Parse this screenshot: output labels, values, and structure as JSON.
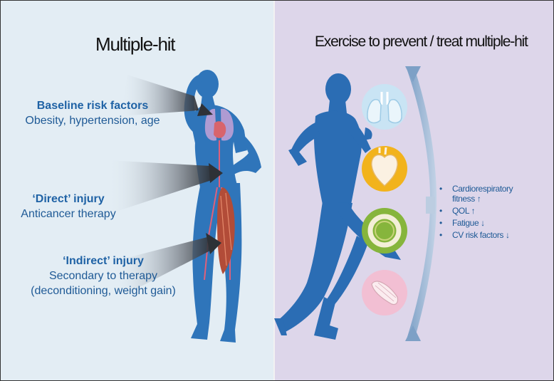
{
  "left_panel": {
    "title": "Multiple-hit",
    "factors": [
      {
        "heading": "Baseline risk factors",
        "detail": "Obesity, hypertension, age"
      },
      {
        "heading": "‘Direct’ injury",
        "detail": "Anticancer therapy"
      },
      {
        "heading": "‘Indirect’ injury",
        "detail": "Secondary to therapy",
        "detail2": "(deconditioning, weight gain)"
      }
    ]
  },
  "right_panel": {
    "title": "Exercise to prevent / treat multiple-hit",
    "organ_icons": [
      "lungs-icon",
      "heart-icon",
      "artery-icon",
      "muscle-icon"
    ],
    "benefits": [
      {
        "line1": "Cardiorespiratory",
        "line2": "fitness ↑"
      },
      {
        "line1": "QOL ↑"
      },
      {
        "line1": "Fatigue ↓"
      },
      {
        "line1": "CV risk factors ↓"
      }
    ],
    "bullet_symbol": "•"
  },
  "colors": {
    "left_bg": "#e3edf4",
    "right_bg": "#ddd6ea",
    "figure_blue": "#2f75ba",
    "runner_blue": "#2b6db4",
    "label_blue": "#1f5a96",
    "lungs_circle": "#c9e4f4",
    "heart_circle": "#f2b31c",
    "artery_circle": "#86b53c",
    "muscle_circle": "#f2bfd3"
  }
}
